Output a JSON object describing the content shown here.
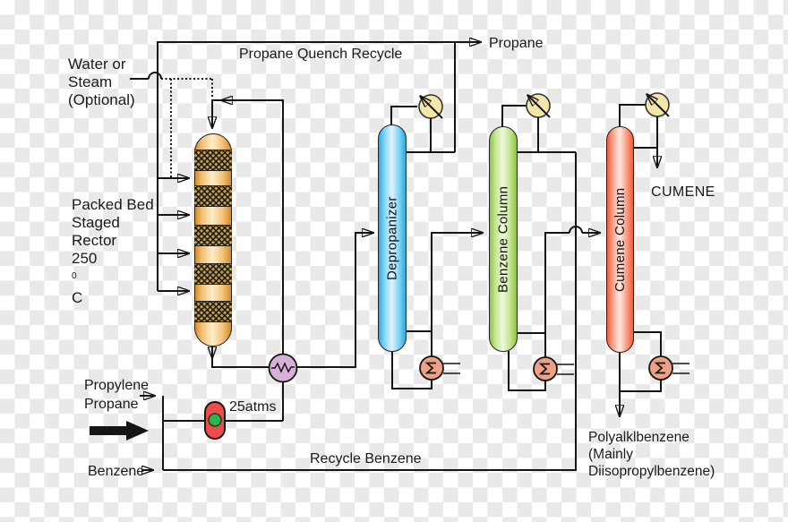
{
  "top": {
    "quench_recycle_label": "Propane Quench Recycle",
    "propane_label": "Propane"
  },
  "left": {
    "water_steam_lines": [
      "Water or",
      "Steam",
      "(Optional)"
    ],
    "reactor_caption_lines": [
      "Packed Bed",
      "Staged",
      "Rector"
    ],
    "reactor_temp": {
      "base": "250",
      "sup": "0",
      "unit": "C"
    }
  },
  "feed": {
    "propylene_lines": [
      "Propylene",
      "Propane"
    ],
    "pressure_label": "25atms",
    "benzene_label": "Benzene"
  },
  "bottom": {
    "recycle_label": "Recycle Benzene",
    "polyalkyl_lines": [
      "Polyalklbenzene",
      "(Mainly",
      "Diisopropylbenzene)"
    ]
  },
  "right": {
    "cumene_label": "CUMENE"
  },
  "columns": {
    "depropanizer": {
      "label": "Depropanizer"
    },
    "benzene_column": {
      "label": "Benzene Column"
    },
    "cumene_column": {
      "label": "Cumene Column"
    }
  },
  "colors": {
    "checker_light": "#ffffff",
    "checker_dark": "#e9e9e9",
    "reactor_edge": "#d18c2a",
    "reactor_light": "#f2bf72",
    "reactor_mid": "#fdeeca",
    "band_base": "#bfa05a",
    "depro_edge": "#2aa8df",
    "depro_light": "#7ed3f5",
    "depro_mid": "#dff4fd",
    "benz_edge": "#8bc53e",
    "benz_light": "#c2e48e",
    "benz_mid": "#f0f9de",
    "cum_edge": "#f15b3b",
    "cum_light": "#f79c82",
    "cum_mid": "#fee9e1",
    "condenser_fill": "#f3e6a9",
    "reboiler_fill": "#eca184",
    "exchanger_fill": "#d7b0d8",
    "pump_fill": "#ee4b4b",
    "pump_dot": "#2eb34f"
  }
}
